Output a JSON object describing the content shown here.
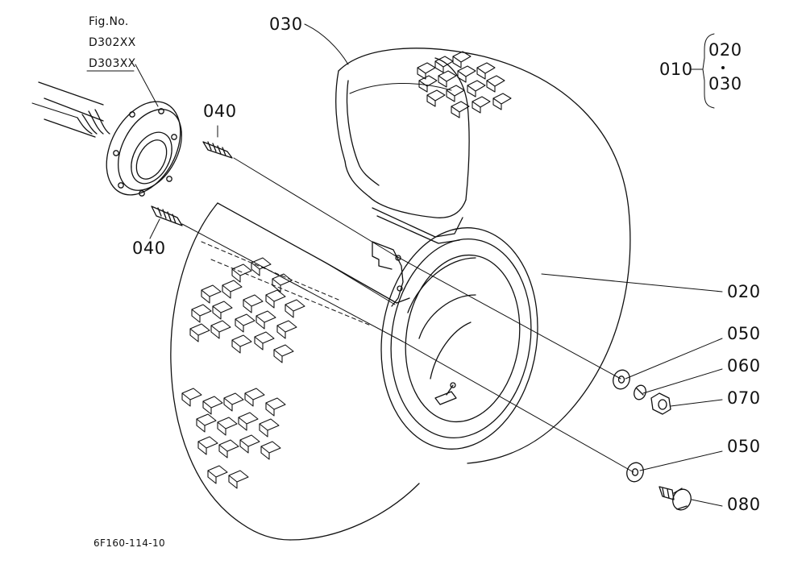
{
  "figure_ref": {
    "heading": "Fig.No.",
    "codes": [
      "D302XX",
      "D303XX"
    ]
  },
  "callouts": {
    "tire": "030",
    "assembly": "010",
    "assembly_range_start": "020",
    "assembly_range_end": "030",
    "stud_upper": "040",
    "stud_lower": "040",
    "rim": "020",
    "washer_upper": "050",
    "lock_washer": "060",
    "nut": "070",
    "washer_lower": "050",
    "bolt": "080"
  },
  "drawing_code": "6F160-114-10"
}
